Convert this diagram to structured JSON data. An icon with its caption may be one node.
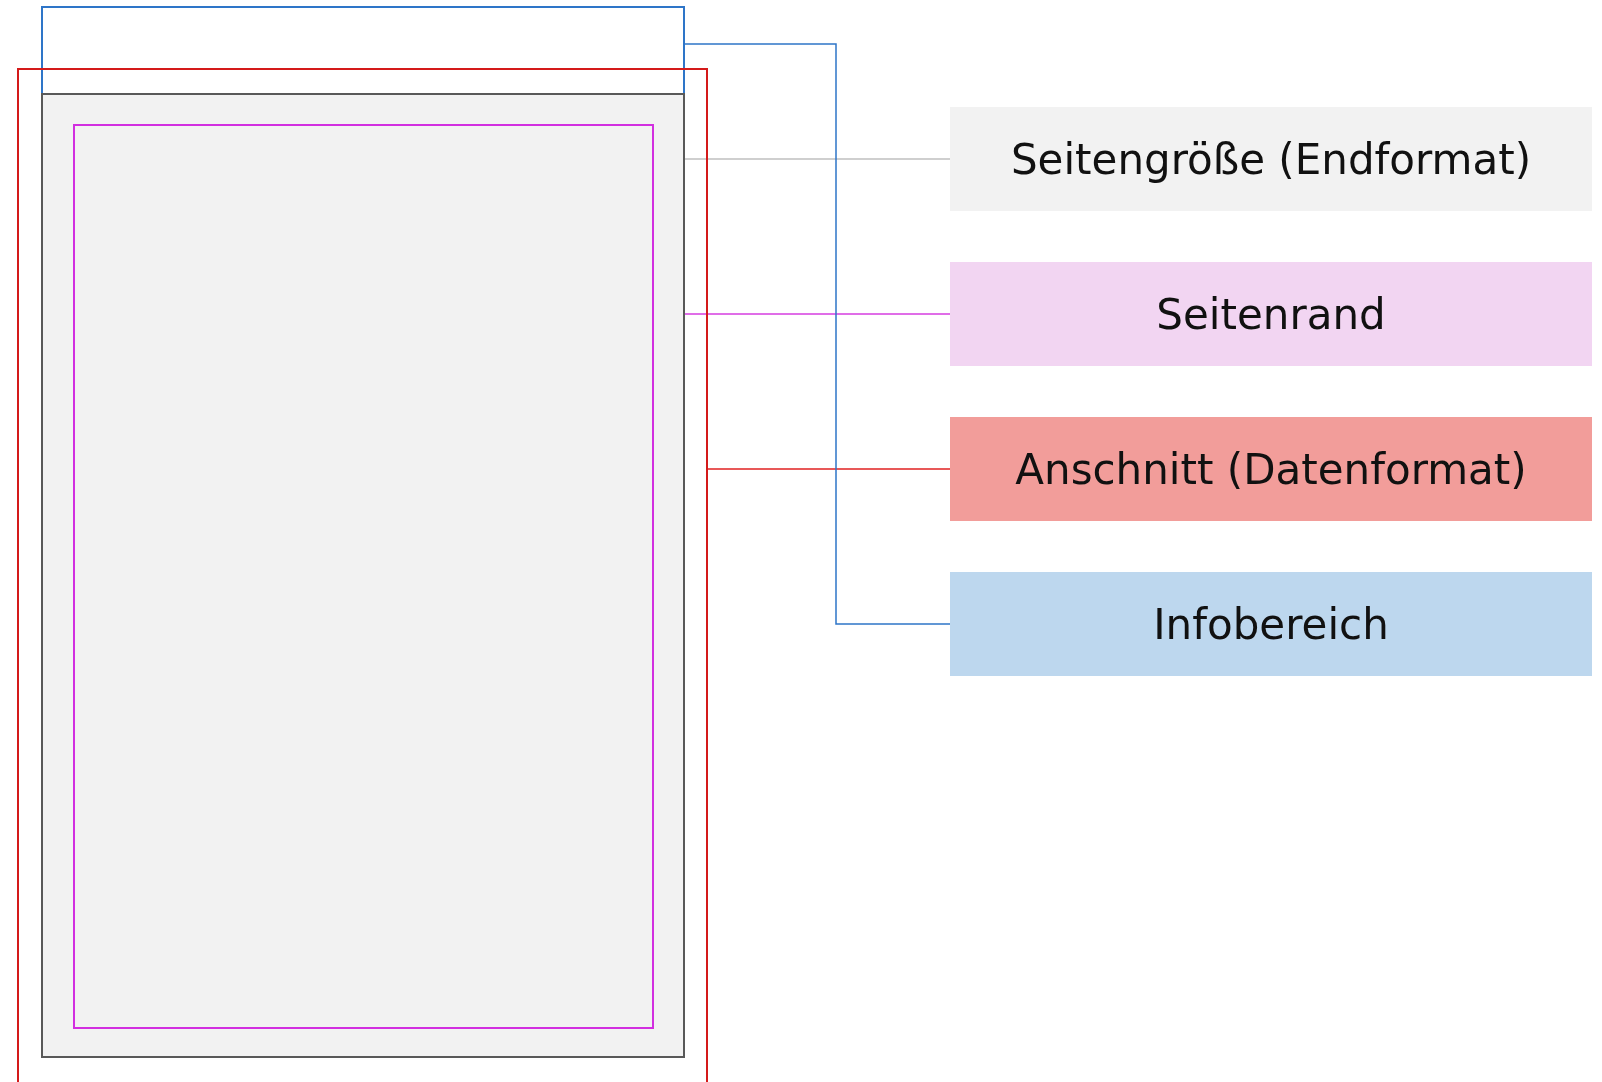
{
  "diagram": {
    "nodes": [
      {
        "text": [],
        "shape": "box"
      },
      {
        "text": [],
        "shape": "box"
      },
      {
        "text": [],
        "shape": "box"
      },
      {
        "text": [],
        "shape": "box",
        "in": 2
      },
      {
        "text": [
          "Seitengröße (Endformat)"
        ]
      },
      {
        "text": [
          "Seitenrand"
        ]
      },
      {
        "text": [
          "Anschnitt (Datenformat)"
        ]
      },
      {
        "text": [
          "Infobereich"
        ]
      }
    ],
    "edges": [
      {
        "from": 4,
        "to": 2,
        "arrow": "none",
        "color": "#bfbfbf"
      },
      {
        "from": 5,
        "to": 3,
        "arrow": "none",
        "color": "#d63de0"
      },
      {
        "from": 6,
        "to": 1,
        "arrow": "none",
        "color": "#e02020"
      },
      {
        "from": 7,
        "to": 0,
        "arrow": "none",
        "color": "#2e75c8"
      }
    ]
  }
}
